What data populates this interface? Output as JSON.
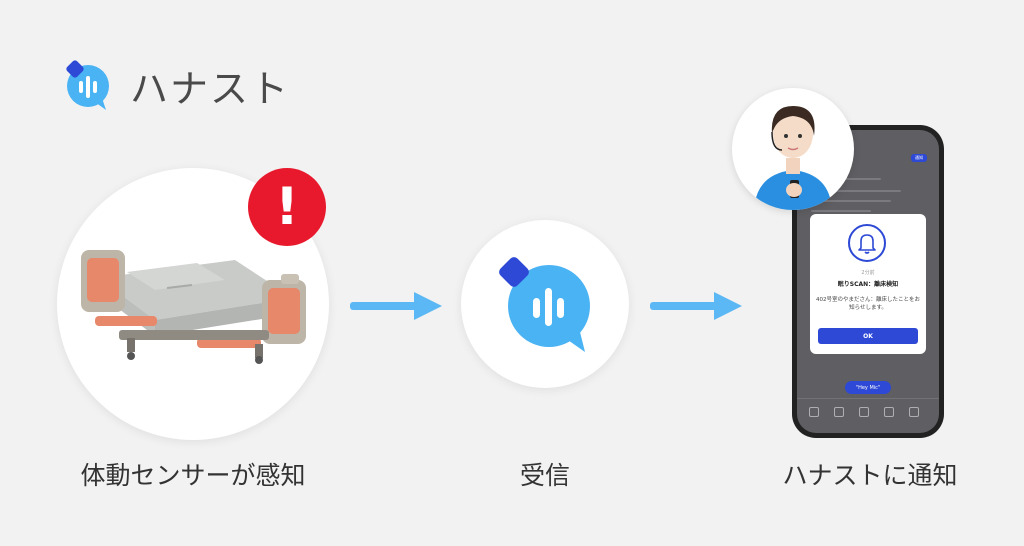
{
  "brand": {
    "name": "ハナスト"
  },
  "alert": {
    "symbol": "!"
  },
  "steps": [
    {
      "label": "体動センサーが感知"
    },
    {
      "label": "受信"
    },
    {
      "label": "ハナストに通知"
    }
  ],
  "notification": {
    "time_ago": "2分前",
    "title": "眠りSCAN：離床検知",
    "message": "402号室のやまださん：離床したことをお知らせします。",
    "ok_label": "OK"
  },
  "phone_ui": {
    "top_badge": "通知",
    "mic_label": "\"Hey Mic\""
  },
  "colors": {
    "brand_blue": "#4ab3f4",
    "accent_navy": "#2d49d6",
    "alert_red": "#e8192c",
    "bed_orange": "#e8886a",
    "arrow_blue": "#5bb8f5"
  }
}
